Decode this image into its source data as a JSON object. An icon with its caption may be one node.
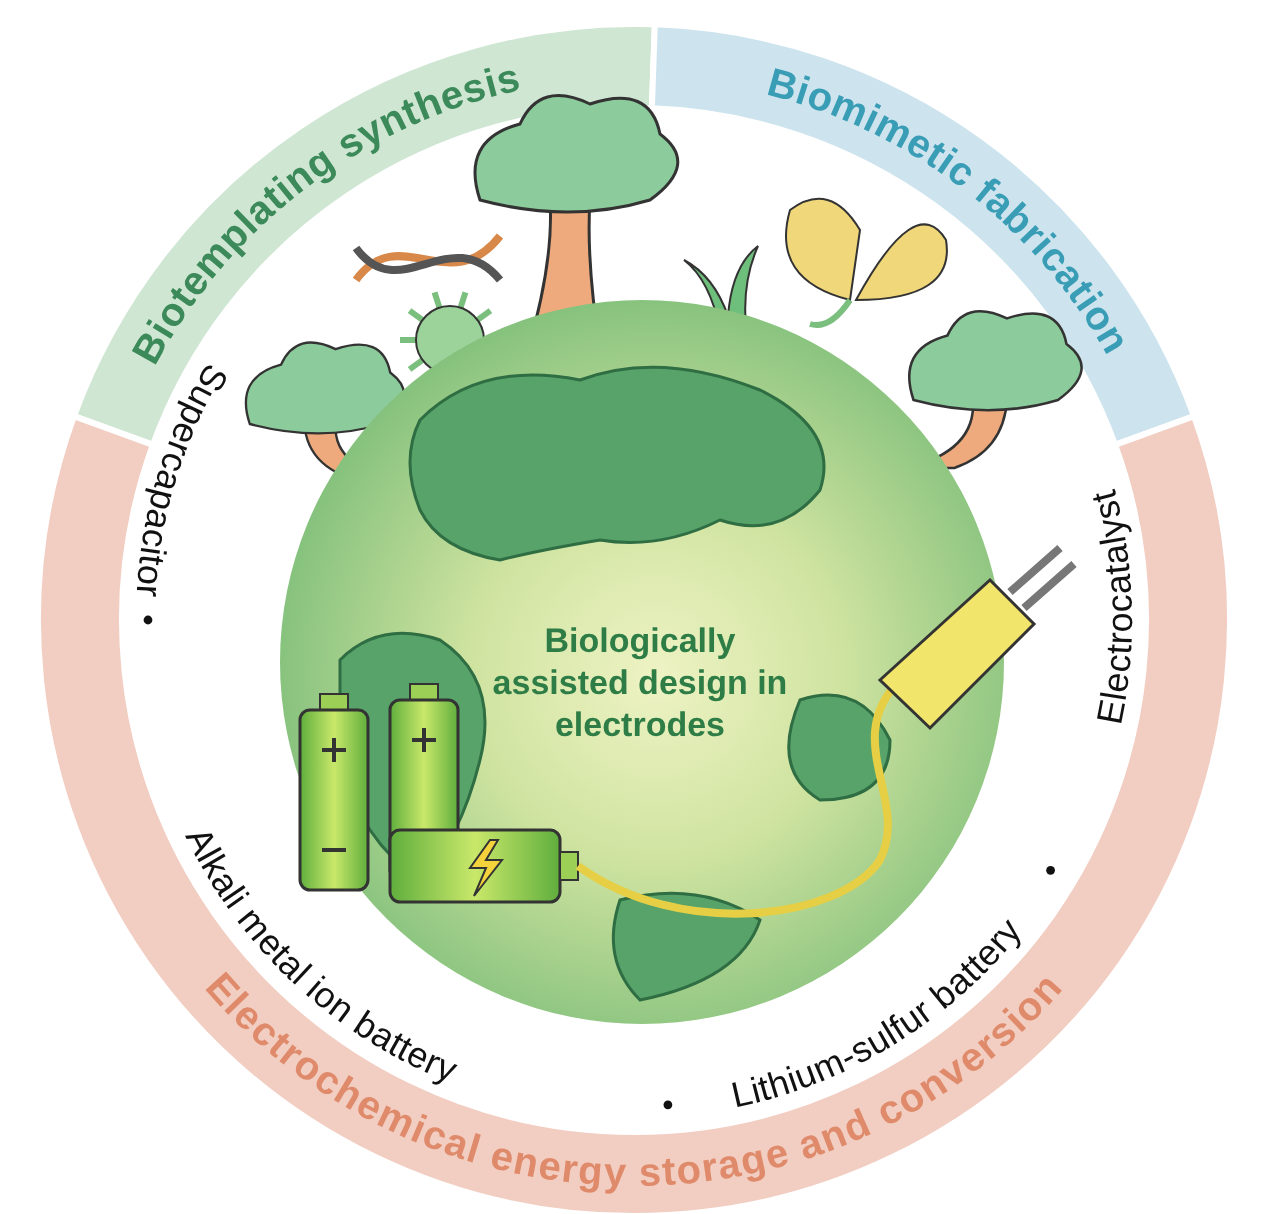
{
  "diagram": {
    "nodes": [
      {
        "text": [
          "Biotemplating synthesis"
        ]
      },
      {
        "text": [
          "Biomimetic fabrication"
        ]
      },
      {
        "text": [
          "Electrochemical energy storage and conversion"
        ]
      },
      {
        "text": [
          "Biologically assisted design in electrodes"
        ]
      }
    ],
    "labels": [
      "Supercapacitor",
      "Alkali metal ion battery",
      "Lithium-sulfur battery",
      "Electrocatalyst"
    ]
  }
}
